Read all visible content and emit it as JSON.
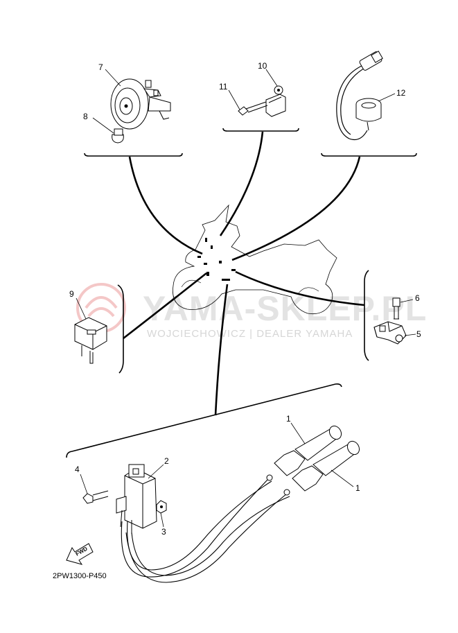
{
  "watermark": {
    "brand": "YAMA-SKLEP.PL",
    "tagline": "WOJCIECHOWICZ | DEALER YAMAHA"
  },
  "diagram_code": "2PW1300-P450",
  "fwd_label": "FWD",
  "callouts": {
    "p1a": "1",
    "p1b": "1",
    "p2": "2",
    "p3": "3",
    "p4": "4",
    "p5": "5",
    "p6": "6",
    "p7": "7",
    "p8": "8",
    "p9": "9",
    "p10": "10",
    "p11": "11",
    "p12": "12"
  }
}
